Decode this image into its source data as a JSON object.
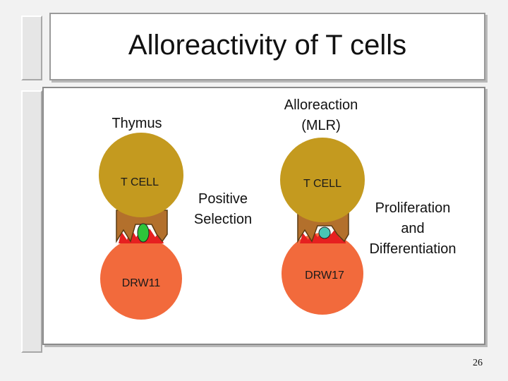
{
  "slide": {
    "title": "Alloreactivity of T cells",
    "page_number": "26"
  },
  "labels": {
    "thymus": "Thymus",
    "alloreaction_line1": "Alloreaction",
    "alloreaction_line2": "(MLR)",
    "positive_selection_line1": "Positive",
    "positive_selection_line2": "Selection",
    "proliferation_line1": "Proliferation",
    "proliferation_line2": "and",
    "proliferation_line3": "Differentiation"
  },
  "cells": {
    "left": {
      "t_cell_label": "T CELL",
      "apc_label": "DRW11"
    },
    "right": {
      "t_cell_label": "T CELL",
      "apc_label": "DRW17"
    }
  },
  "colors": {
    "t_cell": "#c49a1f",
    "apc": "#f26a3c",
    "mhc_red": "#e62020",
    "peptide_green": "#2ec43a",
    "peptide_teal": "#49c6b4",
    "tcr_brown": "#b3702c"
  }
}
